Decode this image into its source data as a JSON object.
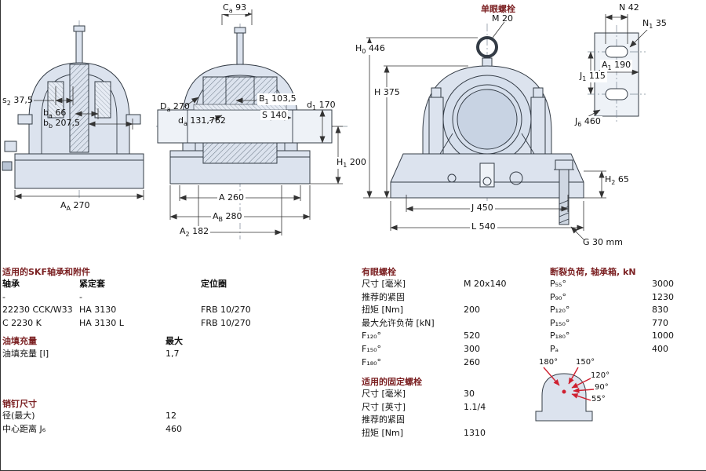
{
  "colors": {
    "part_fill": "#dce3ee",
    "outline": "#343c46",
    "header_text": "#7b2022",
    "load_arrow": "#cf2030"
  },
  "eyebolt": {
    "title": "单眼螺栓",
    "size": "M 20"
  },
  "dims": {
    "s2": {
      "l": "s",
      "s": "2",
      "v": "37,5"
    },
    "ba": {
      "l": "b",
      "s": "a",
      "v": "66"
    },
    "bb": {
      "l": "b",
      "s": "b",
      "v": "207,5"
    },
    "AA": {
      "l": "A",
      "s": "A",
      "v": "270"
    },
    "Ca": {
      "l": "C",
      "s": "a",
      "v": "93"
    },
    "Da": {
      "l": "D",
      "s": "a",
      "v": "270"
    },
    "da": {
      "l": "d",
      "s": "a",
      "v": "131,762"
    },
    "B1": {
      "l": "B",
      "s": "1",
      "v": "103,5"
    },
    "S": {
      "l": "S",
      "s": "",
      "v": "140"
    },
    "d1": {
      "l": "d",
      "s": "1",
      "v": "170"
    },
    "H1": {
      "l": "H",
      "s": "1",
      "v": "200"
    },
    "A": {
      "l": "A",
      "s": "",
      "v": "260"
    },
    "AB": {
      "l": "A",
      "s": "B",
      "v": "280"
    },
    "A2": {
      "l": "A",
      "s": "2",
      "v": "182"
    },
    "H0": {
      "l": "H",
      "s": "0",
      "v": "446"
    },
    "H": {
      "l": "H",
      "s": "",
      "v": "375"
    },
    "H2": {
      "l": "H",
      "s": "2",
      "v": "65"
    },
    "J": {
      "l": "J",
      "s": "",
      "v": "450"
    },
    "L": {
      "l": "L",
      "s": "",
      "v": "540"
    },
    "G": {
      "l": "G",
      "s": "",
      "v": "30 mm"
    },
    "N": {
      "l": "N",
      "s": "",
      "v": "42"
    },
    "N1": {
      "l": "N",
      "s": "1",
      "v": "35"
    },
    "A1": {
      "l": "A",
      "s": "1",
      "v": "190"
    },
    "J1": {
      "l": "J",
      "s": "1",
      "v": "115"
    },
    "J6": {
      "l": "J",
      "s": "6",
      "v": "460"
    }
  },
  "tables": {
    "bearings": {
      "header": "适用的SKF轴承和附件",
      "col_headers": [
        "轴承",
        "紧定套",
        "定位圈"
      ],
      "rows": [
        [
          "-",
          "-",
          ""
        ],
        [
          "22230 CCK/W33",
          "HA 3130",
          "FRB 10/270"
        ],
        [
          "C 2230 K",
          "HA 3130 L",
          "FRB 10/270"
        ]
      ]
    },
    "oil": {
      "header": "油填充量",
      "max_label": "最大",
      "rows": [
        {
          "t": "油填充量 [l]",
          "v": "1,7"
        }
      ]
    },
    "pins": {
      "header": "销钉尺寸",
      "rows": [
        {
          "t": "径(最大)",
          "v": "12"
        },
        {
          "t": "中心距离 J₆",
          "v": "460"
        }
      ]
    },
    "eyebolt_spec": {
      "header": "有眼螺栓",
      "rows": [
        {
          "t": "尺寸 [毫米]",
          "v": "M 20x140"
        },
        {
          "t": "推荐的紧固",
          "v": ""
        },
        {
          "t": "扭矩 [Nm]",
          "v": "200"
        },
        {
          "t": "最大允许负荷 [kN]",
          "v": ""
        },
        {
          "t": "F₁₂₀°",
          "v": "520"
        },
        {
          "t": "F₁₅₀°",
          "v": "300"
        },
        {
          "t": "F₁₈₀°",
          "v": "260"
        }
      ]
    },
    "fixing_bolts": {
      "header": "适用的固定螺栓",
      "rows": [
        {
          "t": "尺寸 [毫米]",
          "v": "30"
        },
        {
          "t": "尺寸 [英寸]",
          "v": "1.1/4"
        },
        {
          "t": "推荐的紧固",
          "v": ""
        },
        {
          "t": "扭矩 [Nm]",
          "v": "1310"
        }
      ]
    },
    "breaking_loads": {
      "header": "断裂负荷, 轴承箱, kN",
      "rows": [
        {
          "t": "P₅₅°",
          "v": "3000"
        },
        {
          "t": "P₉₀°",
          "v": "1230"
        },
        {
          "t": "P₁₂₀°",
          "v": "830"
        },
        {
          "t": "P₁₅₀°",
          "v": "770"
        },
        {
          "t": "P₁₈₀°",
          "v": "1000"
        },
        {
          "t": "Pₐ",
          "v": "400"
        }
      ]
    }
  },
  "load_diagram": {
    "angles": [
      "180°",
      "150°",
      "120°",
      "90°",
      "55°"
    ]
  }
}
